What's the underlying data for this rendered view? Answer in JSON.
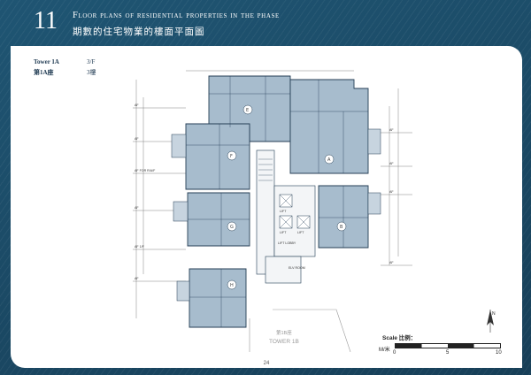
{
  "header": {
    "section_number": "11",
    "title_en": "Floor plans of residential properties in the phase",
    "title_zh": "期數的住宅物業的樓面平面圖"
  },
  "info": {
    "tower_en": "Tower 1A",
    "floor_en": "3/F",
    "tower_zh": "第1A座",
    "floor_zh": "3樓"
  },
  "plan": {
    "tower_label_zh": "第1B座",
    "tower_label_en": "TOWER 1B",
    "flat_labels": [
      "E",
      "F",
      "A",
      "G",
      "H",
      "B"
    ],
    "lift_labels": [
      "LIFT",
      "LIFT",
      "LIFT"
    ],
    "lift_lobby": "LIFT LOBBY",
    "elv_room": "ELV ROOM",
    "side_notes": [
      "AF",
      "AF 1/F",
      "AF FOR R/A/F",
      "AF"
    ]
  },
  "scale": {
    "label": "Scale 比例：",
    "unit": "M/米",
    "ticks": [
      "0",
      "5",
      "10"
    ]
  },
  "north": {
    "label": "N"
  },
  "page_number": "24",
  "colors": {
    "background": "#1c4a64",
    "panel": "#ffffff",
    "floor_fill": "#a7bccd",
    "accent": "#1f3a52"
  }
}
